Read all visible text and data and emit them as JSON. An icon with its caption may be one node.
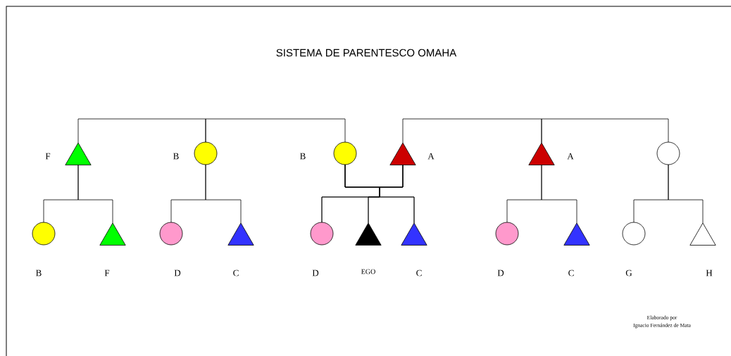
{
  "diagram": {
    "title": "SISTEMA DE PARENTESCO OMAHA",
    "nodes": [
      {
        "text": [],
        "shape": "triangle",
        "beside": [
          "F"
        ]
      },
      {
        "text": [],
        "shape": "circle",
        "beside": [
          "B"
        ]
      },
      {
        "text": [],
        "shape": "circle",
        "beside": [
          "B"
        ]
      },
      {
        "text": [],
        "shape": "triangle",
        "beside": [
          "A"
        ]
      },
      {
        "text": [],
        "shape": "triangle",
        "beside": [
          "A"
        ]
      },
      {
        "text": [],
        "shape": "circle"
      },
      {
        "text": [],
        "shape": "circle",
        "beside": [
          "B"
        ]
      },
      {
        "text": [],
        "shape": "triangle",
        "beside": [
          "F"
        ]
      },
      {
        "text": [],
        "shape": "circle",
        "beside": [
          "D"
        ]
      },
      {
        "text": [],
        "shape": "triangle",
        "beside": [
          "C"
        ]
      },
      {
        "text": [],
        "shape": "circle",
        "beside": [
          "D"
        ]
      },
      {
        "text": [],
        "shape": "triangle",
        "beside": [
          "EGO"
        ]
      },
      {
        "text": [],
        "shape": "triangle",
        "beside": [
          "C"
        ]
      },
      {
        "text": [],
        "shape": "circle",
        "beside": [
          "D"
        ]
      },
      {
        "text": [],
        "shape": "triangle",
        "beside": [
          "C"
        ]
      },
      {
        "text": [],
        "shape": "circle",
        "beside": [
          "G"
        ]
      },
      {
        "text": [],
        "shape": "triangle",
        "beside": [
          "H"
        ]
      }
    ],
    "edges": [
      {
        "from": 0,
        "to": 1,
        "arrow": "none"
      },
      {
        "from": 1,
        "to": 2,
        "arrow": "none"
      },
      {
        "from": 3,
        "to": 4,
        "arrow": "none"
      },
      {
        "from": 4,
        "to": 5,
        "arrow": "none"
      },
      {
        "from": 2,
        "to": 3,
        "arrow": "none"
      },
      {
        "from": 0,
        "to": 6,
        "arrow": "none"
      },
      {
        "from": 0,
        "to": 7,
        "arrow": "none"
      },
      {
        "from": 1,
        "to": 8,
        "arrow": "none"
      },
      {
        "from": 1,
        "to": 9,
        "arrow": "none"
      },
      {
        "from": 2,
        "to": 10,
        "arrow": "none"
      },
      {
        "from": 2,
        "to": 11,
        "arrow": "none"
      },
      {
        "from": 2,
        "to": 12,
        "arrow": "none"
      },
      {
        "from": 3,
        "to": 10,
        "arrow": "none"
      },
      {
        "from": 3,
        "to": 11,
        "arrow": "none"
      },
      {
        "from": 3,
        "to": 12,
        "arrow": "none"
      },
      {
        "from": 4,
        "to": 13,
        "arrow": "none"
      },
      {
        "from": 4,
        "to": 14,
        "arrow": "none"
      },
      {
        "from": 5,
        "to": 15,
        "arrow": "none"
      },
      {
        "from": 5,
        "to": 16,
        "arrow": "none"
      }
    ],
    "labels": [
      "Elaborado por",
      "Ignacio Fernández de Mata"
    ]
  }
}
